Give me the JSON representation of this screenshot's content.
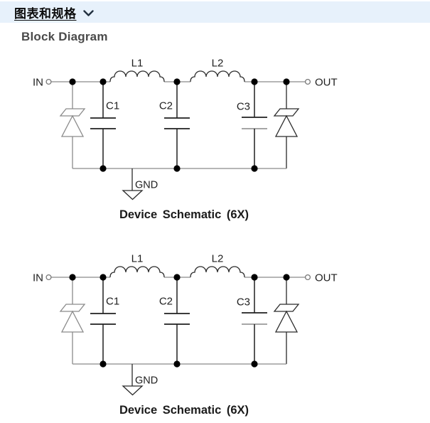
{
  "header": {
    "section_title": "图表和规格",
    "subheading": "Block Diagram"
  },
  "colors": {
    "band_background": "#e7f1fb",
    "wire_grey": "#8a8a8a",
    "ink_black": "#1f1f1f",
    "faded_plate_grey": "#9a9a9a"
  },
  "icons": {
    "chevron_down": "chevron-down"
  },
  "schematics": [
    {
      "labels": {
        "in": "IN",
        "out": "OUT",
        "l1": "L1",
        "l2": "L2",
        "c1": "C1",
        "c2": "C2",
        "c3": "C3",
        "gnd": "GND"
      },
      "caption": "Device Schematic (6X)"
    },
    {
      "labels": {
        "in": "IN",
        "out": "OUT",
        "l1": "L1",
        "l2": "L2",
        "c1": "C1",
        "c2": "C2",
        "c3": "C3",
        "gnd": "GND"
      },
      "caption": "Device Schematic (6X)"
    }
  ]
}
